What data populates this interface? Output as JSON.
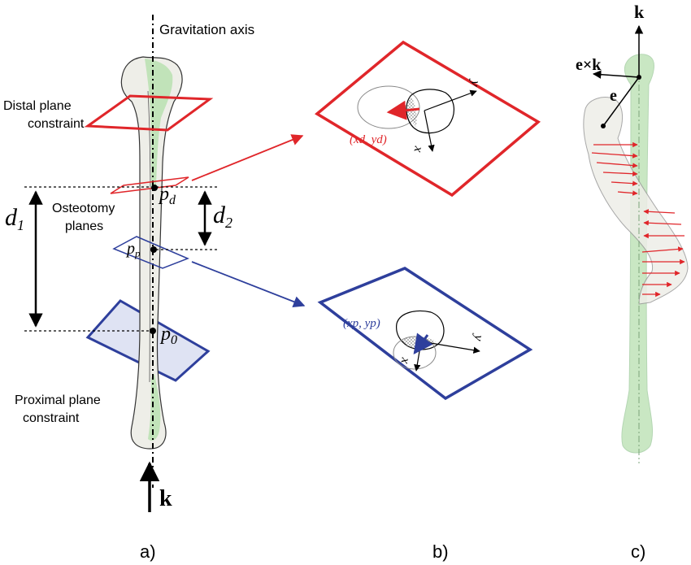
{
  "panel_a": {
    "gravitation_axis_label": "Gravitation axis",
    "distal_plane_label_line1": "Distal plane",
    "distal_plane_label_line2": "constraint",
    "osteotomy_label_line1": "Osteotomy",
    "osteotomy_label_line2": "planes",
    "proximal_plane_label_line1": "Proximal plane",
    "proximal_plane_label_line2": "constraint",
    "d1_symbol": "d",
    "d1_subscript": "1",
    "d2_symbol": "d",
    "d2_subscript": "2",
    "pd_symbol": "p",
    "pd_subscript": "d",
    "pp_symbol": "p",
    "pp_subscript": "p",
    "p0_symbol": "p",
    "p0_subscript": "0",
    "k_label": "k",
    "caption": "a)"
  },
  "panel_b": {
    "distal_point_label": "(xd, yd)",
    "proximal_point_label": "(xp, yp)",
    "x_axis_label": "x",
    "y_axis_label": "y",
    "caption": "b)"
  },
  "panel_c": {
    "k_label": "k",
    "exk_label": "e×k",
    "e_label": "e",
    "caption": "c)"
  },
  "colors": {
    "distal_red": "#e0262a",
    "proximal_blue": "#2e3f9c",
    "proximal_fill": "#dfe3f3",
    "bone_fill": "#eeeee8",
    "bone_green": "#b8e0b0"
  }
}
